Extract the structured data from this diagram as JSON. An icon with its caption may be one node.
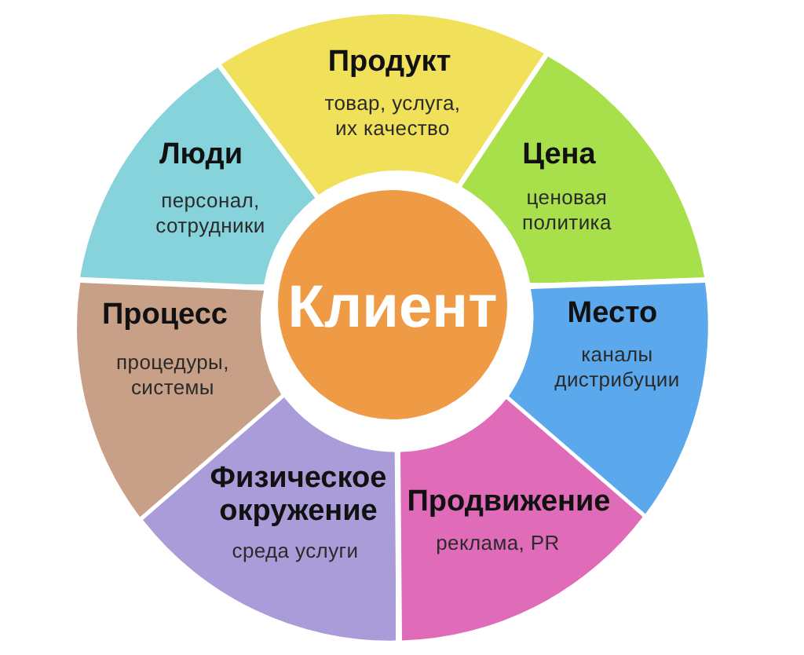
{
  "diagram": {
    "nodes": [
      {
        "text": [
          "Продукт",
          "товар, услуга, их качество"
        ]
      },
      {
        "text": [
          "Цена",
          "ценовая политика"
        ]
      },
      {
        "text": [
          "Место",
          "каналы дистрибуции"
        ]
      },
      {
        "text": [
          "Продвижение",
          "реклама, PR"
        ]
      },
      {
        "text": [
          "Физическое окружение",
          "среда услуги"
        ]
      },
      {
        "text": [
          "Процесс",
          "процедуры, системы"
        ]
      },
      {
        "text": [
          "Люди",
          "персонал, сотрудники"
        ]
      },
      {
        "text": [
          "Клиент"
        ]
      }
    ]
  }
}
